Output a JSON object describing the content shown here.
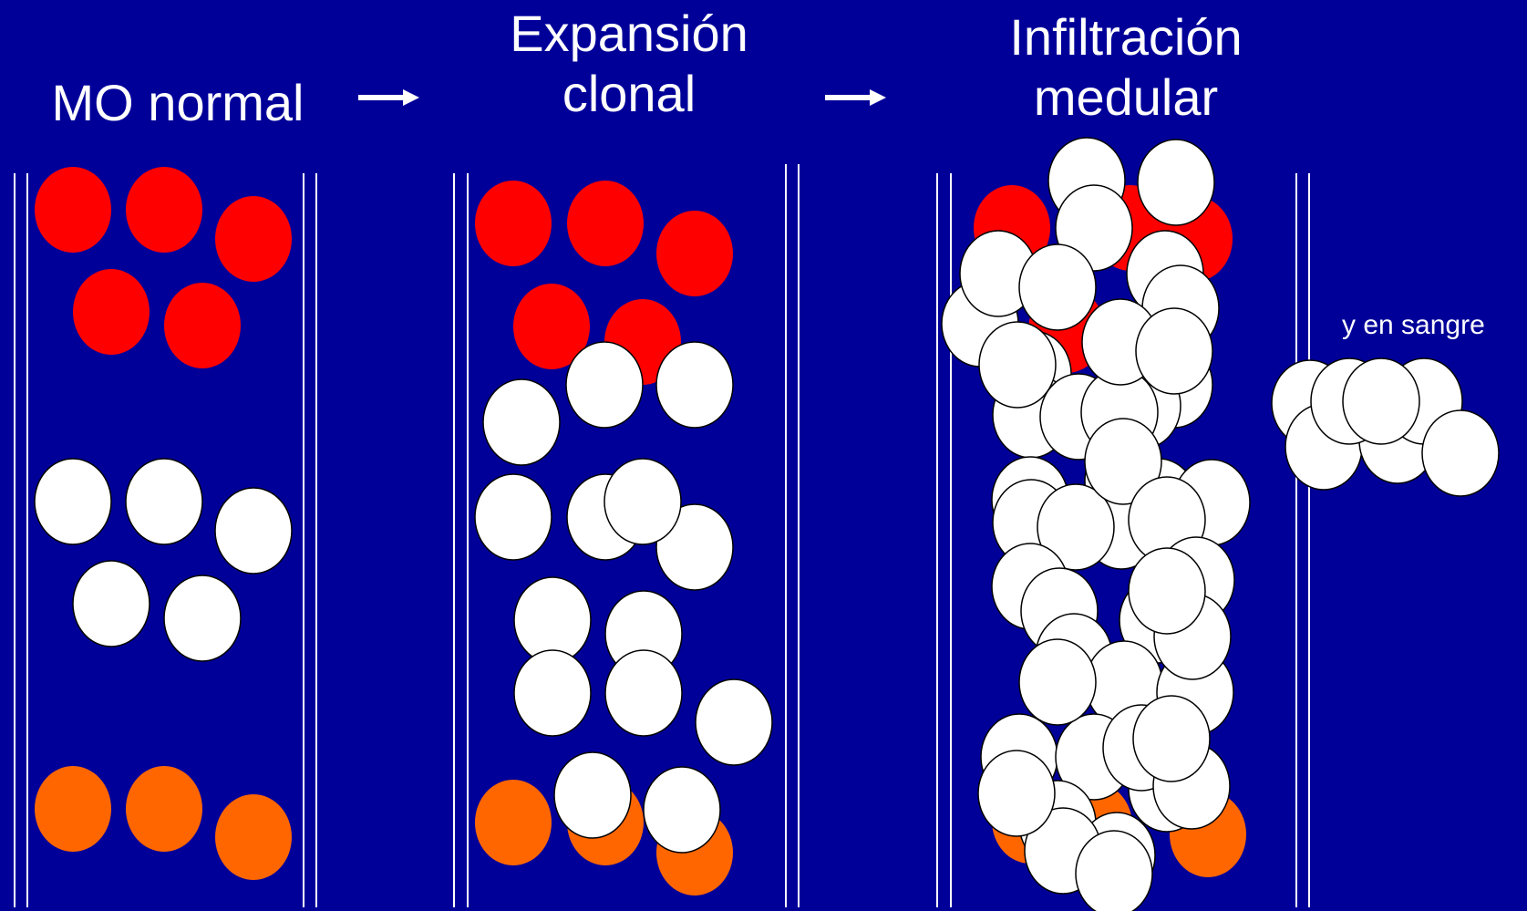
{
  "colors": {
    "background": "#000099",
    "red_cell": "#ff0000",
    "white_cell": "#ffffff",
    "orange_cell": "#ff6600",
    "line": "#ffffff"
  },
  "stages": [
    {
      "title_line1": "MO normal",
      "title_line2": ""
    },
    {
      "title_line1": "Expansión",
      "title_line2": "clonal"
    },
    {
      "title_line1": "Infiltración",
      "title_line2": "medular"
    }
  ],
  "blood_label": "y en sangre",
  "arrows": [
    "arrow",
    "arrow"
  ]
}
